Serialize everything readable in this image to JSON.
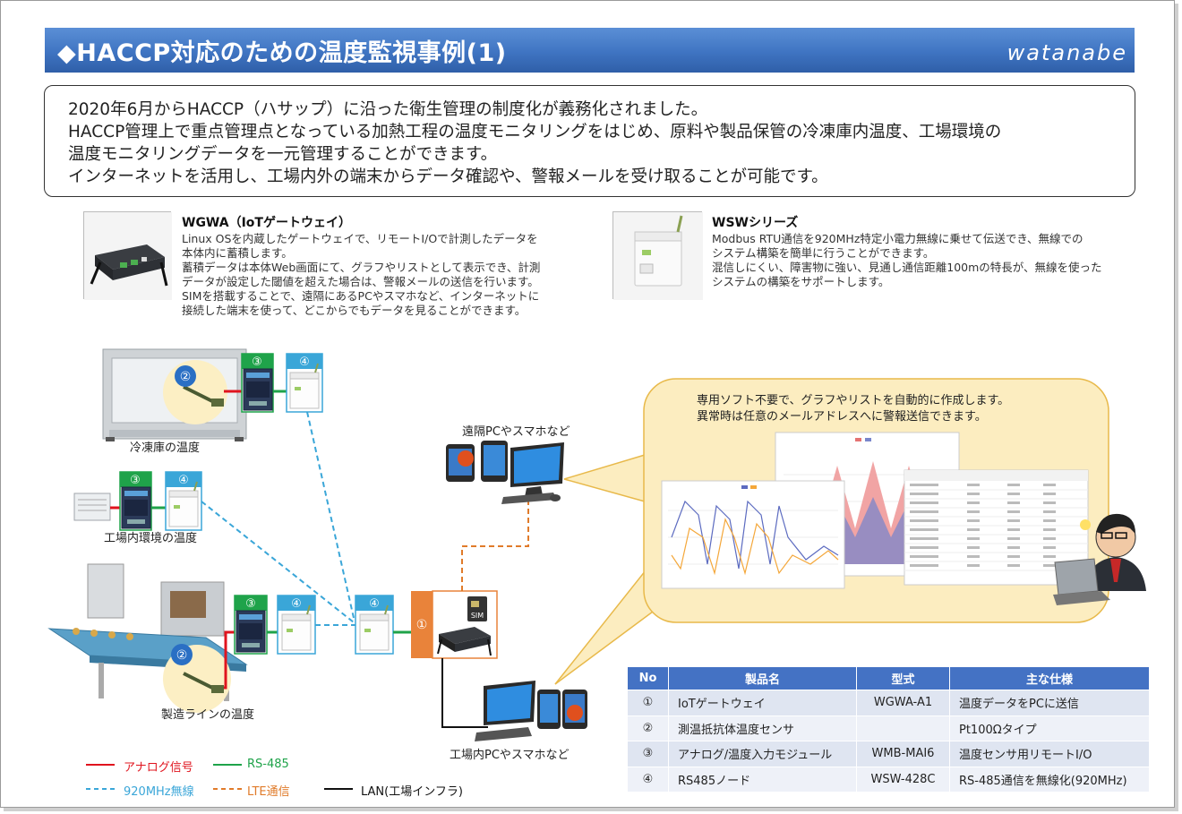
{
  "header": {
    "title": "◆HACCP対応のための温度監視事例(1)",
    "logo": "watanabe"
  },
  "intro": {
    "lines": [
      "2020年6月からHACCP（ハサップ）に沿った衛生管理の制度化が義務化されました。",
      "HACCP管理上で重点管理点となっている加熱工程の温度モニタリングをはじめ、原料や製品保管の冷凍庫内温度、工場環境の",
      "温度モニタリングデータを一元管理することができます。",
      "インターネットを活用し、工場内外の端末からデータ確認や、警報メールを受け取ることが可能です。"
    ]
  },
  "products": {
    "wgwa": {
      "heading": "WGWA（IoTゲートウェイ）",
      "desc": [
        "Linux OSを内蔵したゲートウェイで、リモートI/Oで計測したデータを",
        "本体内に蓄積します。",
        "蓄積データは本体Web画面にて、グラフやリストとして表示でき、計測",
        "データが設定した閾値を超えた場合は、警報メールの送信を行います。",
        "SIMを搭載することで、遠隔にあるPCやスマホなど、インターネットに",
        "接続した端末を使って、どこからでもデータを見ることができます。"
      ]
    },
    "wsw": {
      "heading": "WSWシリーズ",
      "desc": [
        "Modbus RTU通信を920MHz特定小電力無線に乗せて伝送でき、無線での",
        "システム構築を簡単に行うことができます。",
        "混信しにくい、障害物に強い、見通し通信距離100mの特長が、無線を使った",
        "システムの構築をサポートします。"
      ]
    }
  },
  "diagram": {
    "badges": {
      "b1": "①",
      "b2": "②",
      "b3": "③",
      "b4": "④",
      "sim": "SIM"
    },
    "labels": {
      "freezer": "冷凍庫の温度",
      "factory_env": "工場内環境の温度",
      "production_line": "製造ラインの温度",
      "remote_pc": "遠隔PCやスマホなど",
      "factory_pc": "工場内PCやスマホなど"
    },
    "bubble": {
      "line1": "専用ソフト不要で、グラフやリストを自動的に作成します。",
      "line2": "異常時は任意のメールアドレスへに警報送信できます。"
    }
  },
  "legend": {
    "analog": "アナログ信号",
    "rs485": "RS-485",
    "wireless": "920MHz無線",
    "lte": "LTE通信",
    "lan": "LAN(工場インフラ)",
    "colors": {
      "analog": "#e0141e",
      "rs485": "#1fa34a",
      "wireless": "#3aa6d8",
      "lte": "#e07b2a",
      "lan": "#111111"
    }
  },
  "table": {
    "headers": [
      "No",
      "製品名",
      "型式",
      "主な仕様"
    ],
    "rows": [
      [
        "①",
        "IoTゲートウェイ",
        "WGWA-A1",
        "温度データをPCに送信"
      ],
      [
        "②",
        "測温抵抗体温度センサ",
        "",
        "Pt100Ωタイプ"
      ],
      [
        "③",
        "アナログ/温度入力モジュール",
        "WMB-MAI6",
        "温度センサ用リモートI/O"
      ],
      [
        "④",
        "RS485ノード",
        "WSW-428C",
        "RS-485通信を無線化(920MHz)"
      ]
    ]
  }
}
